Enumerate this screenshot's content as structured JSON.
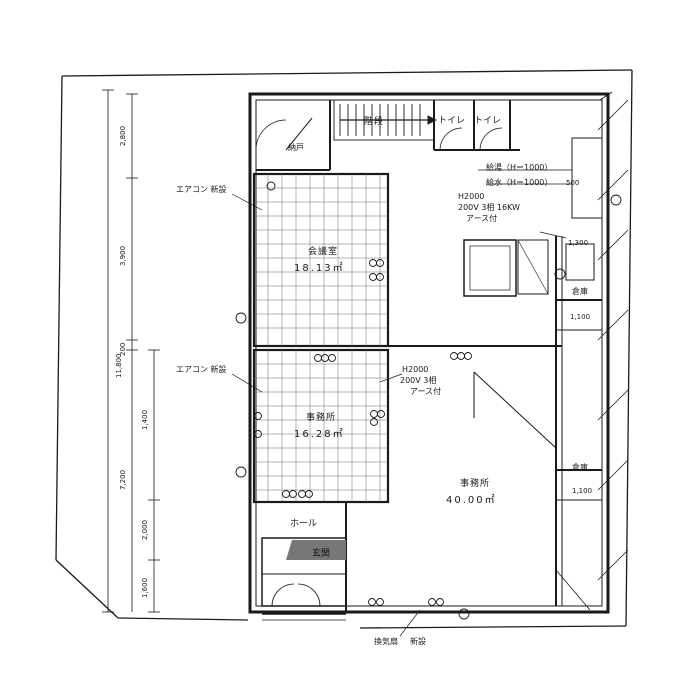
{
  "rooms": {
    "staircase": "階段",
    "toilet1": "トイレ",
    "toilet2": "トイレ",
    "closet_top": "納戸",
    "meeting_room": "会議室",
    "meeting_area": "18.13㎡",
    "office_center": "事務所",
    "office_center_area": "16.28㎡",
    "office_main": "事務所",
    "office_main_area": "40.00㎡",
    "hall": "ホール",
    "entrance": "玄関",
    "storage1": "倉庫",
    "storage1_dim": "1,100",
    "storage2": "倉庫",
    "storage2_dim": "1,100",
    "vent_label": "換気扇",
    "vent_new": "新設"
  },
  "annotations": {
    "ac_new_1": "エアコン 新設",
    "ac_new_2": "エアコン 新設",
    "hot_water": "給湯（H＝1000）",
    "water_supply": "給水（H＝1000）",
    "dim_500": "500",
    "power_code_1": "H2000",
    "power_spec_1": "200V 3相 16KW",
    "earth_1": "アース付",
    "power_code_2": "H2000",
    "power_spec_2": "200V 3相",
    "earth_2": "アース付",
    "dim_1300": "1,300"
  },
  "dimensions": {
    "d_2800": "2,800",
    "d_3900": "3,900",
    "d_11800": "11,800",
    "d_200": "200",
    "d_1400": "1,400",
    "d_7200": "7,200",
    "d_2000": "2,000",
    "d_1600": "1,600"
  },
  "colors": {
    "line": "#1a1a1a",
    "grid": "#6a6a6a",
    "paper": "#ffffff"
  }
}
